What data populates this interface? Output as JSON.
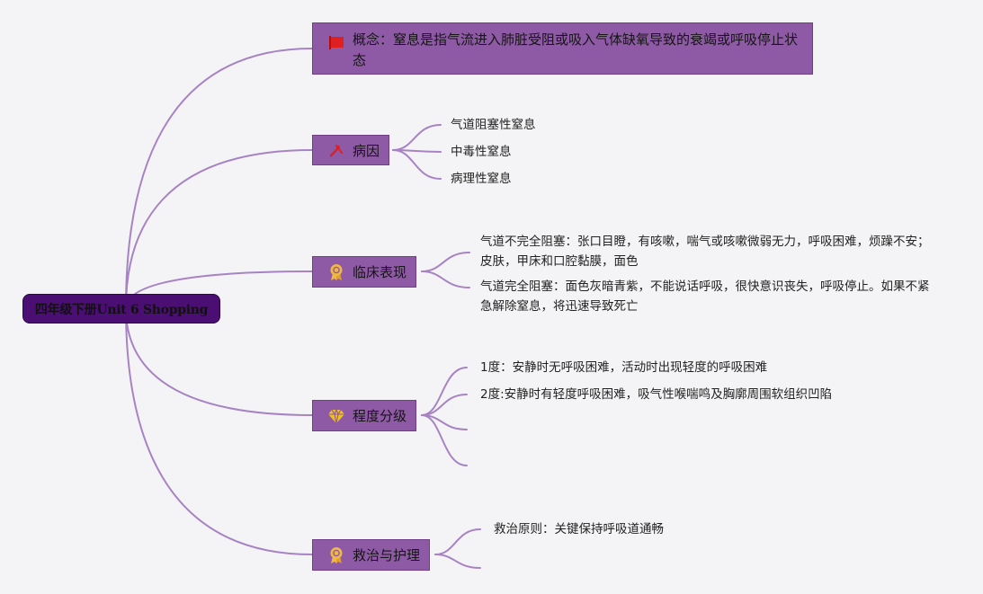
{
  "root": {
    "label": "四年级下册Unit 6 Shopping"
  },
  "topics": [
    {
      "label": "概念：窒息是指气流进入肺脏受阻或吸入气体缺氧导致的衰竭或呼吸停止状态",
      "icon": "red-flag-icon",
      "icon_color": "#e02020",
      "children": []
    },
    {
      "label": "病因",
      "icon": "tools-icon",
      "icon_color": "#e02020",
      "children": [
        "气道阻塞性窒息",
        "中毒性窒息",
        "病理性窒息"
      ]
    },
    {
      "label": "临床表现",
      "icon": "award-ribbon-icon",
      "icon_color": "#f0b840",
      "children": [
        "气道不完全阻塞：张口目瞪，有咳嗽，喘气或咳嗽微弱无力，呼吸困难，烦躁不安；皮肤，甲床和口腔黏膜，面色",
        "气道完全阻塞：面色灰暗青紫，不能说话呼吸，很快意识丧失，呼吸停止。如果不紧急解除窒息，将迅速导致死亡"
      ]
    },
    {
      "label": "程度分级",
      "icon": "diamond-icon",
      "icon_color": "#f0c020",
      "children": [
        "1度：安静时无呼吸困难，活动时出现轻度的呼吸困难",
        "2度:安静时有轻度呼吸困难，吸气性喉喘鸣及胸廓周围软组织凹陷",
        "",
        ""
      ]
    },
    {
      "label": "救治与护理",
      "icon": "award-ribbon-icon",
      "icon_color": "#f0b840",
      "children": [
        "救治原则：关键保持呼吸道通畅",
        ""
      ]
    }
  ],
  "colors": {
    "connector": "#a783c3",
    "topic_fill": "#8e5aa5",
    "root_fill": "#4b0e72"
  }
}
